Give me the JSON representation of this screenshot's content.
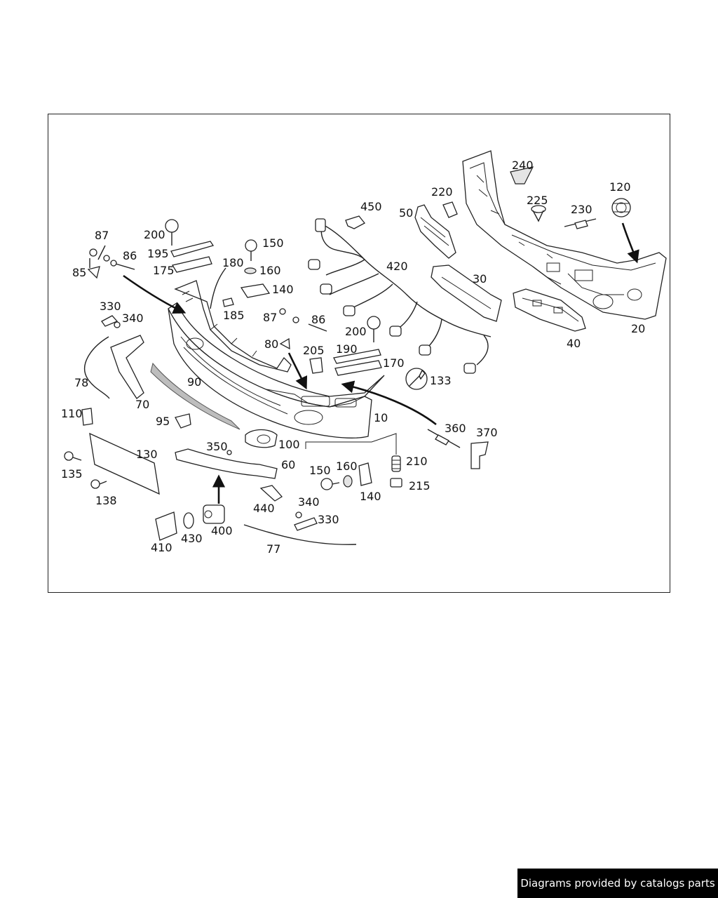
{
  "diagram": {
    "labels": [
      "10",
      "20",
      "30",
      "40",
      "50",
      "60",
      "70",
      "77",
      "78",
      "80",
      "85",
      "86",
      "86",
      "87",
      "87",
      "90",
      "95",
      "100",
      "110",
      "120",
      "130",
      "133",
      "135",
      "138",
      "140",
      "140",
      "150",
      "150",
      "160",
      "160",
      "170",
      "175",
      "180",
      "185",
      "190",
      "195",
      "200",
      "200",
      "205",
      "210",
      "215",
      "220",
      "225",
      "230",
      "240",
      "330",
      "330",
      "340",
      "340",
      "350",
      "360",
      "370",
      "400",
      "410",
      "420",
      "430",
      "440",
      "450"
    ]
  },
  "footer": {
    "credit": "Diagrams provided by catalogs parts"
  }
}
